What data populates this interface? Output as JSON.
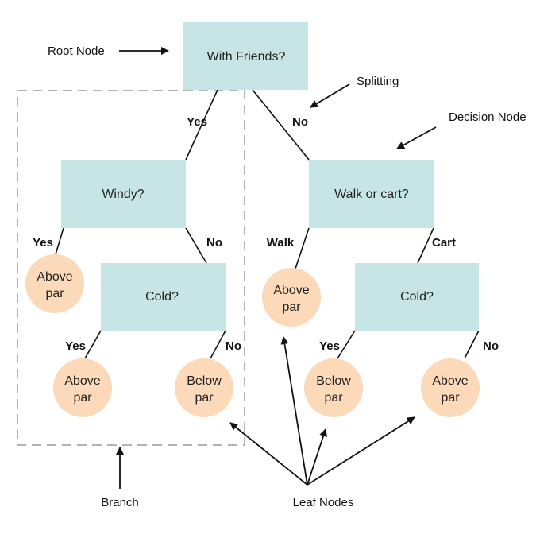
{
  "colors": {
    "decision_fill": "#c7e5e4",
    "leaf_fill": "#fcd9b9",
    "line": "#111111",
    "branch_border": "#9a9a9a"
  },
  "nodes": {
    "root": "With Friends?",
    "windy": "Windy?",
    "walk_or_cart": "Walk or cart?",
    "cold_left": "Cold?",
    "cold_right": "Cold?"
  },
  "leaves": {
    "windy_yes": [
      "Above",
      "par"
    ],
    "cold_left_yes": [
      "Above",
      "par"
    ],
    "cold_left_no": [
      "Below",
      "par"
    ],
    "walk": [
      "Above",
      "par"
    ],
    "cold_right_yes": [
      "Below",
      "par"
    ],
    "cold_right_no": [
      "Above",
      "par"
    ]
  },
  "edge_labels": {
    "root_yes": "Yes",
    "root_no": "No",
    "windy_yes": "Yes",
    "windy_no": "No",
    "walk": "Walk",
    "cart": "Cart",
    "cold_left_yes": "Yes",
    "cold_left_no": "No",
    "cold_right_yes": "Yes",
    "cold_right_no": "No"
  },
  "annotations": {
    "root_node": "Root Node",
    "splitting": "Splitting",
    "decision_node": "Decision Node",
    "branch": "Branch",
    "leaf_nodes": "Leaf Nodes"
  }
}
